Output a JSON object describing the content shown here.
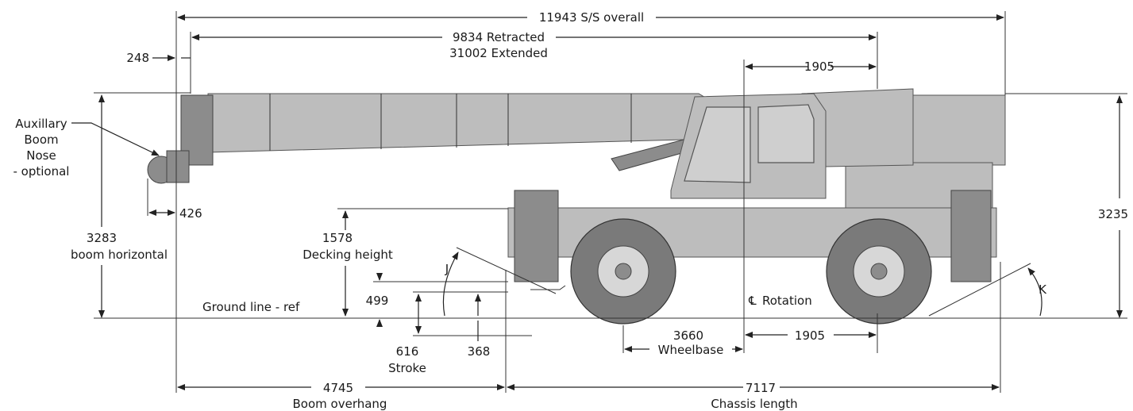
{
  "dimensions": {
    "overall": "11943 S/S overall",
    "retracted": "9834 Retracted",
    "extended": "31002 Extended",
    "aux_offset": "248",
    "aux_label_1": "Auxillary",
    "aux_label_2": "Boom",
    "aux_label_3": "Nose",
    "aux_label_4": "- optional",
    "aux_nose_width": "426",
    "boom_height_value": "3283",
    "boom_height_label": "boom horizontal",
    "top_rotation_offset": "1905",
    "cab_height": "3235",
    "decking_value": "1578",
    "decking_label": "Decking height",
    "ground_line": "Ground line - ref",
    "outrigger_j": "J",
    "outrigger_k": "K",
    "outrigger_499": "499",
    "stroke_value": "616",
    "stroke_label": "Stroke",
    "pad_368": "368",
    "rotation_label": "Rotation",
    "centerline_symbol": "℄",
    "wheelbase_value": "3660",
    "wheelbase_label": "Wheelbase",
    "bottom_rotation_offset": "1905",
    "overhang_value": "4745",
    "overhang_label": "Boom overhang",
    "chassis_value": "7117",
    "chassis_label": "Chassis length"
  },
  "colors": {
    "crane_body": "#bdbdbd",
    "crane_dark": "#8c8c8c",
    "lines": "#222222"
  }
}
